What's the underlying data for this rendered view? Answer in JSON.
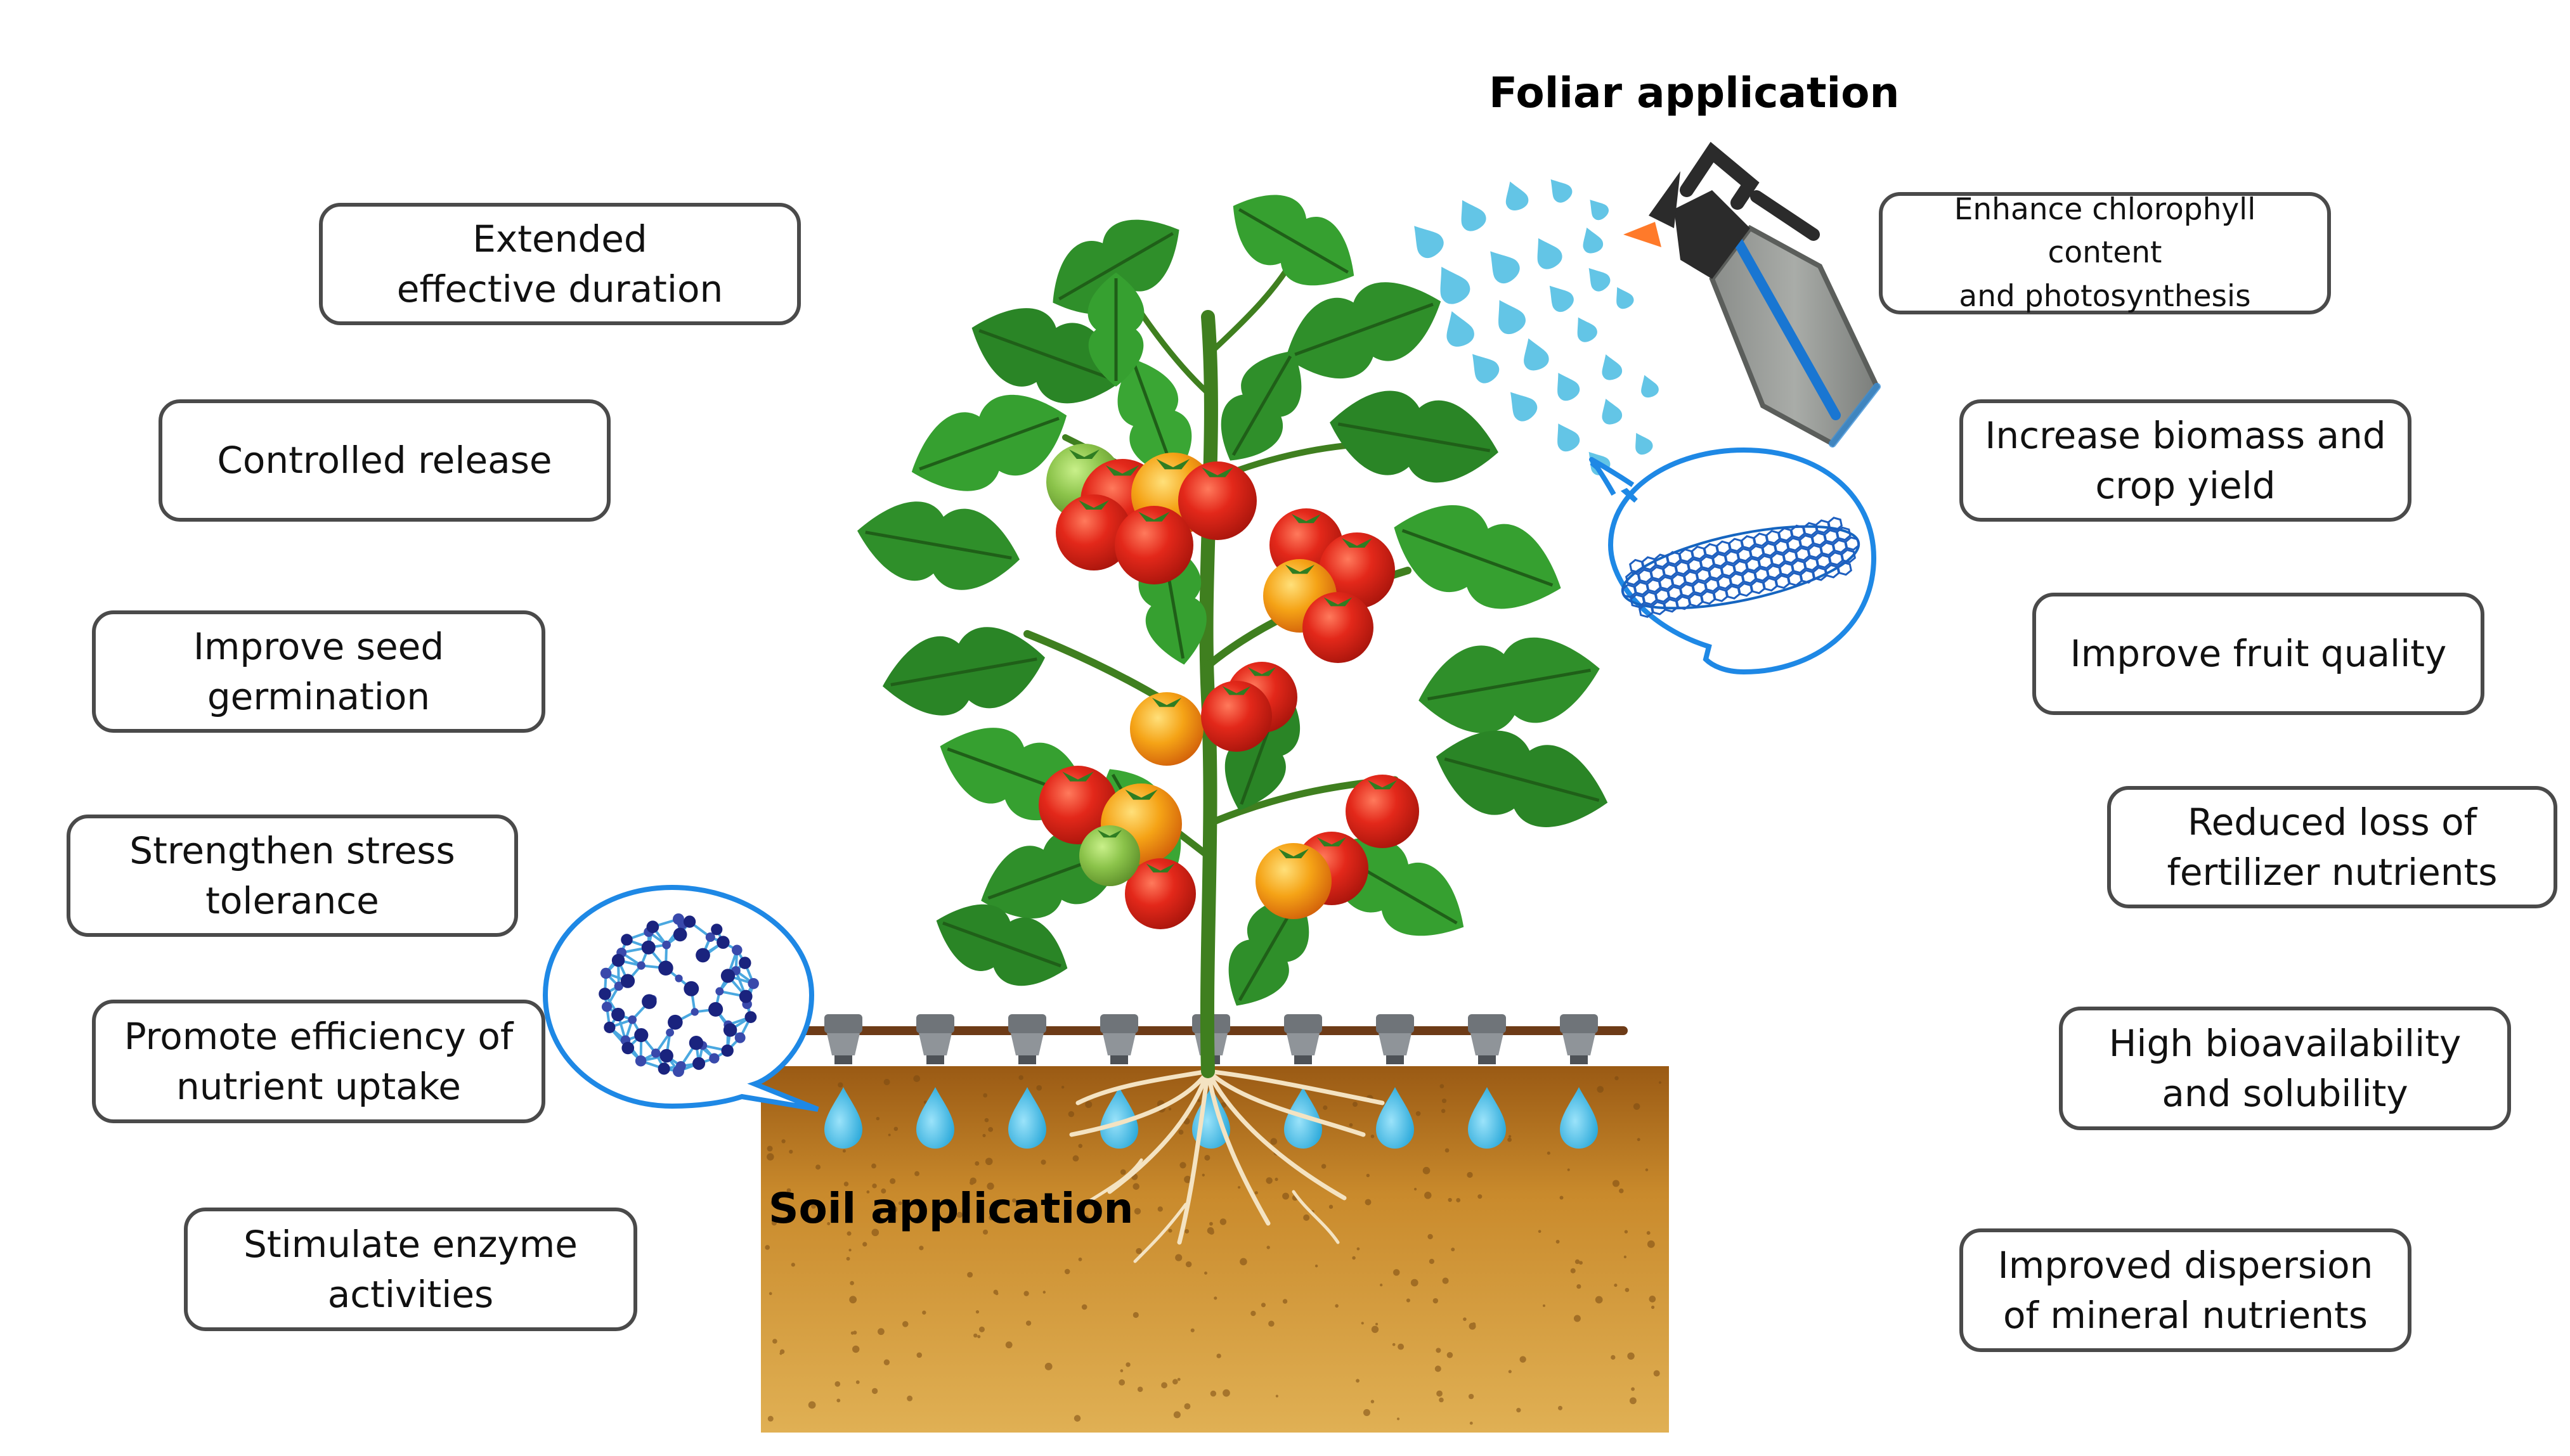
{
  "headings": {
    "foliar": "Foliar application",
    "soil": "Soil application"
  },
  "left_benefits": [
    [
      "Extended",
      "effective duration"
    ],
    [
      "Controlled release"
    ],
    [
      "Improve seed",
      "germination"
    ],
    [
      "Strengthen stress",
      "tolerance"
    ],
    [
      "Promote efficiency of",
      "nutrient uptake"
    ],
    [
      "Stimulate enzyme",
      "activities"
    ]
  ],
  "right_benefits": [
    [
      "Enhance chlorophyll content",
      "and photosynthesis"
    ],
    [
      "Increase biomass and",
      "crop yield"
    ],
    [
      "Improve fruit quality"
    ],
    [
      "Reduced loss of",
      "fertilizer nutrients"
    ],
    [
      "High bioavailability",
      "and solubility"
    ],
    [
      "Improved dispersion",
      "of mineral nutrients"
    ]
  ],
  "icons": {
    "sprayer": "spray-bottle-icon",
    "nanotube": "carbon-nanotube-icon",
    "fullerene": "fullerene-icon",
    "plant": "tomato-plant-icon"
  },
  "colors": {
    "box_border": "#4a4a4a",
    "callout_border": "#1e88e5",
    "water": "#3fb4df",
    "soil": "#c98a2c",
    "leaf": "#2f8f2a",
    "tomato_red": "#e02818",
    "tomato_orange": "#f39c12",
    "molecule": "#1a237e"
  }
}
